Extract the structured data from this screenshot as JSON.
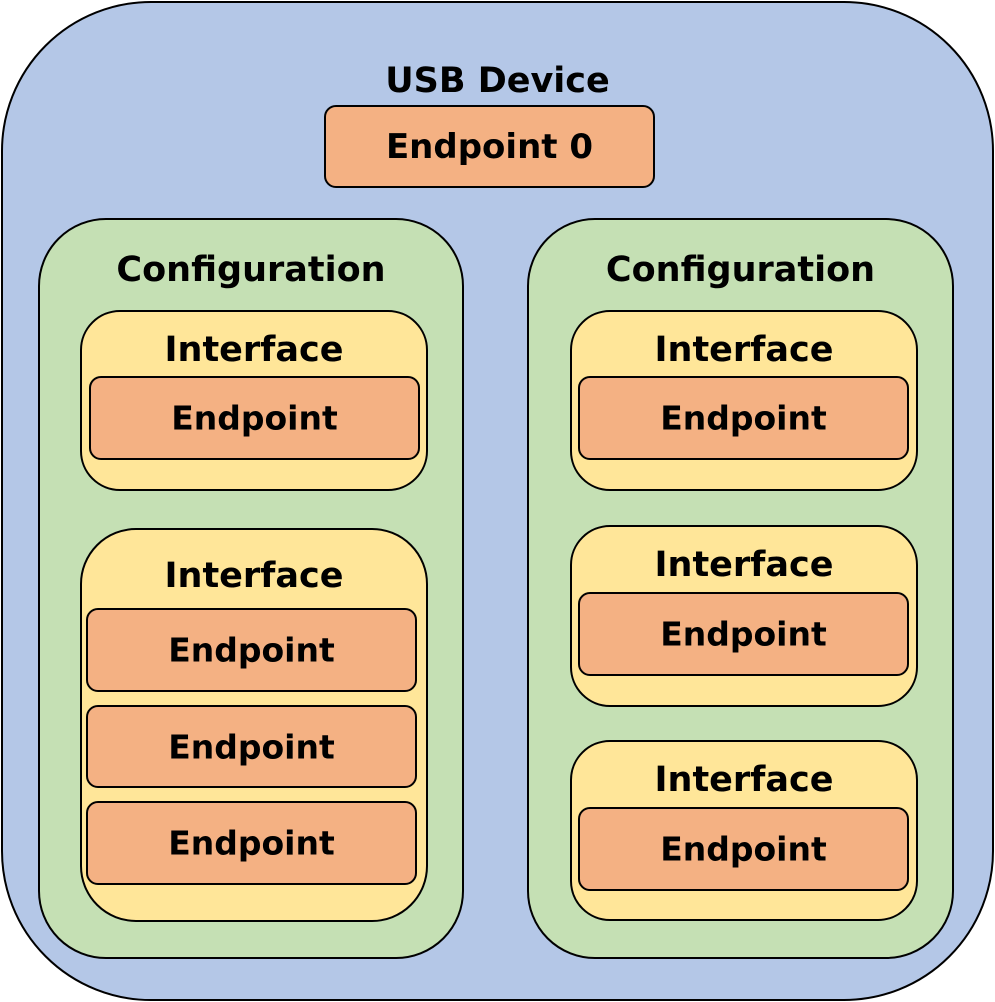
{
  "colors": {
    "device_fill": "#b4c7e7",
    "configuration_fill": "#c5e0b4",
    "interface_fill": "#ffe699",
    "endpoint_fill": "#f4b183",
    "stroke": "#000000"
  },
  "device": {
    "label": "USB Device",
    "endpoint0": "Endpoint 0"
  },
  "configurations": [
    {
      "label": "Configuration",
      "interfaces": [
        {
          "label": "Interface",
          "endpoints": [
            "Endpoint"
          ]
        },
        {
          "label": "Interface",
          "endpoints": [
            "Endpoint",
            "Endpoint",
            "Endpoint"
          ]
        }
      ]
    },
    {
      "label": "Configuration",
      "interfaces": [
        {
          "label": "Interface",
          "endpoints": [
            "Endpoint"
          ]
        },
        {
          "label": "Interface",
          "endpoints": [
            "Endpoint"
          ]
        },
        {
          "label": "Interface",
          "endpoints": [
            "Endpoint"
          ]
        }
      ]
    }
  ]
}
